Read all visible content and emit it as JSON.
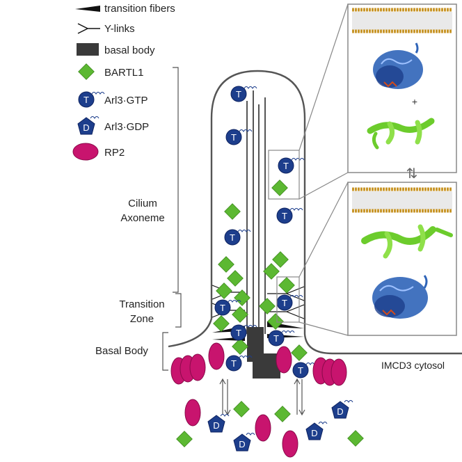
{
  "legend": {
    "transition_fibers": "transition fibers",
    "y_links": "Y-links",
    "basal_body": "basal body",
    "bartl1": "BARTL1",
    "arl3_gtp": "Arl3·GTP",
    "arl3_gdp": "Arl3·GDP",
    "rp2": "RP2"
  },
  "regions": {
    "cilium_line1": "Cilium",
    "cilium_line2": "Axoneme",
    "tz_line1": "Transition",
    "tz_line2": "Zone",
    "basal_body": "Basal Body",
    "cytosol": "IMCD3 cytosol"
  },
  "markers": {
    "gtp_letter": "T",
    "gdp_letter": "D",
    "plus": "+",
    "equilibrium": "⇅"
  },
  "colors": {
    "arl3_blue": "#1d3e8c",
    "bartl1_green": "#5cb832",
    "rp2_magenta": "#c8146e",
    "membrane": "#555555",
    "basal_body": "#3a3a3a",
    "lipid_head": "#c8962a"
  }
}
